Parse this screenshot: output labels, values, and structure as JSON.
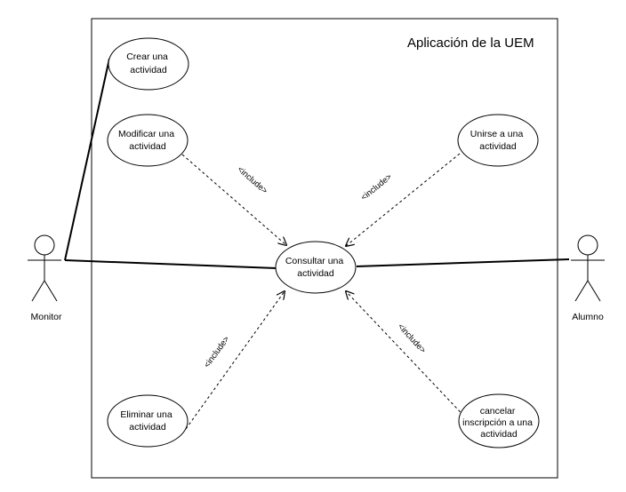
{
  "system": {
    "title": "Aplicación de la UEM"
  },
  "actors": {
    "monitor": "Monitor",
    "alumno": "Alumno"
  },
  "use_cases": {
    "crear": [
      "Crear una",
      "actividad"
    ],
    "modificar": [
      "Modificar una",
      "actividad"
    ],
    "consultar": [
      "Consultar una",
      "actividad"
    ],
    "unirse": [
      "Unirse a una",
      "actividad"
    ],
    "eliminar": [
      "Eliminar una",
      "actividad"
    ],
    "cancelar": [
      "cancelar",
      "inscripción a una",
      "actividad"
    ]
  },
  "relations": {
    "include_label": "<include>"
  }
}
